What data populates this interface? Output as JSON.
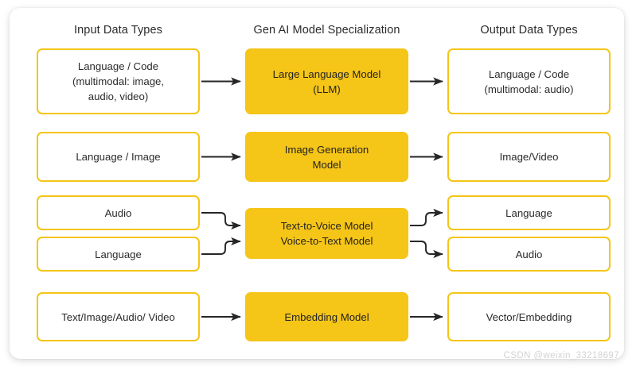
{
  "theme": {
    "accent": "#F5C518",
    "box_border": "#F5C518",
    "arrow": "#262626",
    "text": "#2b2b2b",
    "card_background": "#ffffff",
    "page_background": "#ffffff",
    "watermark_color": "#d2d2d2"
  },
  "headers": {
    "input": "Input Data Types",
    "model": "Gen AI Model Specialization",
    "output": "Output Data Types"
  },
  "rows": [
    {
      "id": "llm",
      "input": "Language / Code\n(multimodal: image,\naudio, video)",
      "input_lines": [
        "Language / Code",
        "(multimodal: image,",
        "audio, video)"
      ],
      "model": "Large Language Model\n(LLM)",
      "model_lines": [
        "Large Language Model",
        "(LLM)"
      ],
      "output": "Language / Code\n(multimodal: audio)",
      "output_lines": [
        "Language / Code",
        "(multimodal: audio)"
      ],
      "connector": "straight"
    },
    {
      "id": "image-generation",
      "input": "Language / Image",
      "input_lines": [
        "Language / Image"
      ],
      "model": "Image Generation\nModel",
      "model_lines": [
        "Image Generation",
        "Model"
      ],
      "output": "Image/Video",
      "output_lines": [
        "Image/Video"
      ],
      "connector": "straight"
    },
    {
      "id": "voice",
      "input_top": "Audio",
      "input_bottom": "Language",
      "model": "Text-to-Voice Model\nVoice-to-Text Model",
      "model_lines": [
        "Text-to-Voice Model",
        "Voice-to-Text Model"
      ],
      "output_top": "Language",
      "output_bottom": "Audio",
      "connector": "elbow"
    },
    {
      "id": "embedding",
      "input": "Text/Image/Audio/ Video",
      "input_lines": [
        "Text/Image/Audio/ Video"
      ],
      "model": "Embedding Model",
      "model_lines": [
        "Embedding Model"
      ],
      "output": "Vector/Embedding",
      "output_lines": [
        "Vector/Embedding"
      ],
      "connector": "straight"
    }
  ],
  "watermark": "CSDN @weixin_33218697"
}
